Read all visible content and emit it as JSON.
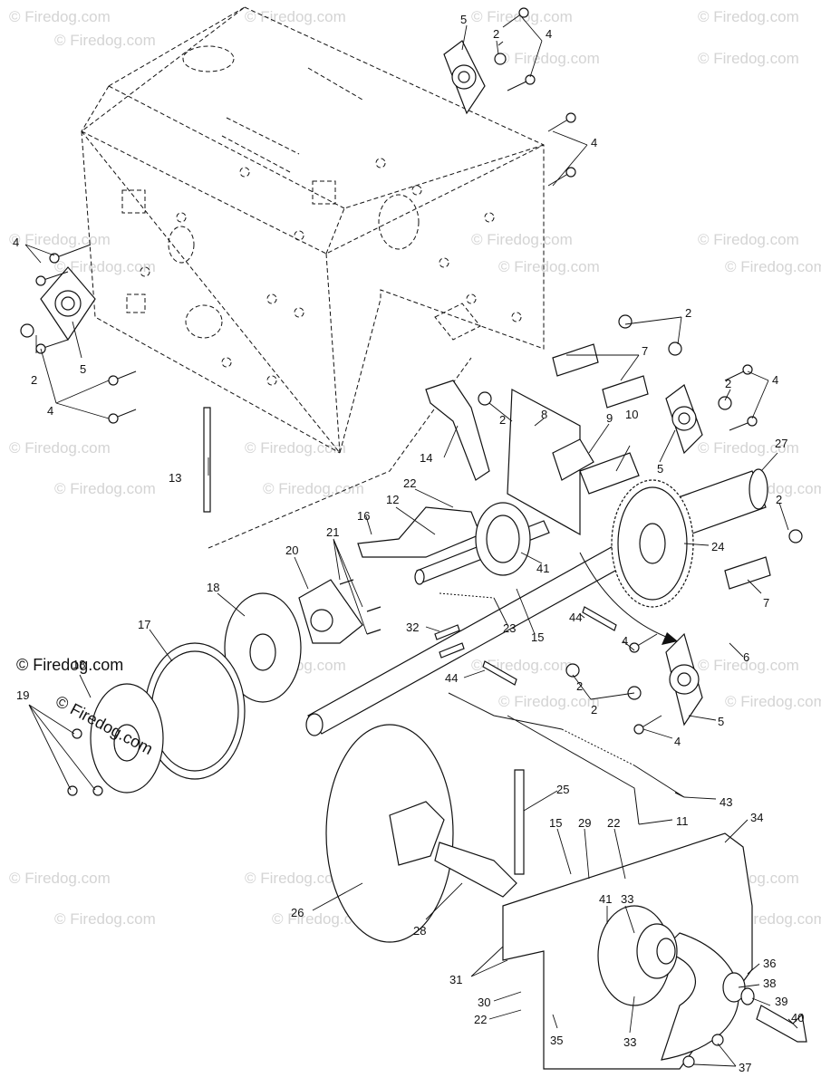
{
  "watermark": {
    "text": "© Firedog.com",
    "main_overlay": "© Firedog.com"
  },
  "callouts": [
    {
      "id": "c1",
      "label": "5"
    },
    {
      "id": "c2",
      "label": "2"
    },
    {
      "id": "c3",
      "label": "4"
    },
    {
      "id": "c4",
      "label": "4"
    },
    {
      "id": "c5",
      "label": "4"
    },
    {
      "id": "c6",
      "label": "2"
    },
    {
      "id": "c7",
      "label": "5"
    },
    {
      "id": "c8",
      "label": "4"
    },
    {
      "id": "c9",
      "label": "2"
    },
    {
      "id": "c10",
      "label": "7"
    },
    {
      "id": "c11",
      "label": "8"
    },
    {
      "id": "c12",
      "label": "2"
    },
    {
      "id": "c13",
      "label": "9"
    },
    {
      "id": "c14",
      "label": "10"
    },
    {
      "id": "c15",
      "label": "2"
    },
    {
      "id": "c16",
      "label": "4"
    },
    {
      "id": "c17",
      "label": "5"
    },
    {
      "id": "c18",
      "label": "27"
    },
    {
      "id": "c19",
      "label": "14"
    },
    {
      "id": "c20",
      "label": "22"
    },
    {
      "id": "c21",
      "label": "12"
    },
    {
      "id": "c22",
      "label": "16"
    },
    {
      "id": "c23",
      "label": "13"
    },
    {
      "id": "c24",
      "label": "21"
    },
    {
      "id": "c25",
      "label": "20"
    },
    {
      "id": "c26",
      "label": "18"
    },
    {
      "id": "c27",
      "label": "17"
    },
    {
      "id": "c28",
      "label": "41"
    },
    {
      "id": "c29",
      "label": "15"
    },
    {
      "id": "c30",
      "label": "23"
    },
    {
      "id": "c31",
      "label": "24"
    },
    {
      "id": "c32",
      "label": "2"
    },
    {
      "id": "c33",
      "label": "7"
    },
    {
      "id": "c34",
      "label": "32"
    },
    {
      "id": "c35",
      "label": "44"
    },
    {
      "id": "c36",
      "label": "44"
    },
    {
      "id": "c37",
      "label": "4"
    },
    {
      "id": "c38",
      "label": "6"
    },
    {
      "id": "c39",
      "label": "2"
    },
    {
      "id": "c40",
      "label": "5"
    },
    {
      "id": "c41",
      "label": "4"
    },
    {
      "id": "c42",
      "label": "18"
    },
    {
      "id": "c43",
      "label": "19"
    },
    {
      "id": "c44",
      "label": "43"
    },
    {
      "id": "c45",
      "label": "25"
    },
    {
      "id": "c46",
      "label": "11"
    },
    {
      "id": "c47",
      "label": "15"
    },
    {
      "id": "c48",
      "label": "29"
    },
    {
      "id": "c49",
      "label": "22"
    },
    {
      "id": "c50",
      "label": "34"
    },
    {
      "id": "c51",
      "label": "26"
    },
    {
      "id": "c52",
      "label": "28"
    },
    {
      "id": "c53",
      "label": "41"
    },
    {
      "id": "c54",
      "label": "33"
    },
    {
      "id": "c55",
      "label": "31"
    },
    {
      "id": "c56",
      "label": "30"
    },
    {
      "id": "c57",
      "label": "22"
    },
    {
      "id": "c58",
      "label": "35"
    },
    {
      "id": "c59",
      "label": "33"
    },
    {
      "id": "c60",
      "label": "36"
    },
    {
      "id": "c61",
      "label": "38"
    },
    {
      "id": "c62",
      "label": "39"
    },
    {
      "id": "c63",
      "label": "40"
    },
    {
      "id": "c64",
      "label": "37"
    },
    {
      "id": "c65",
      "label": "2"
    }
  ]
}
